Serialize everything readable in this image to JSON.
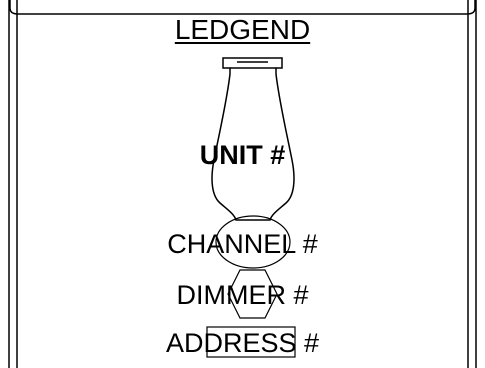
{
  "legend": {
    "title": "LEDGEND",
    "unit_label": "UNIT #",
    "channel_label": "CHANNEL #",
    "dimmer_label": "DIMMER #",
    "address_label": "ADDRESS #"
  },
  "colors": {
    "stroke": "#000000",
    "background": "#ffffff"
  }
}
